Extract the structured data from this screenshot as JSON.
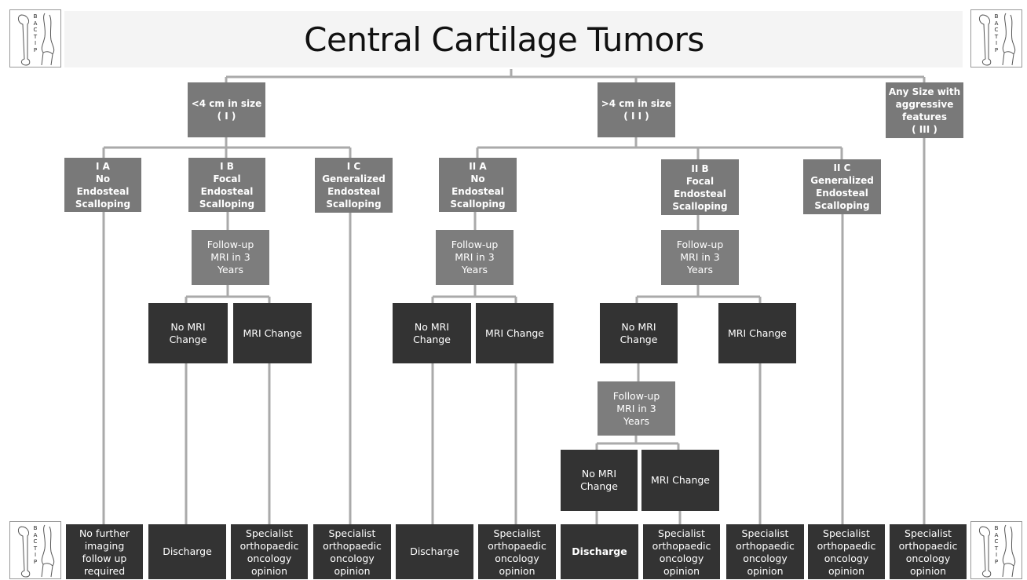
{
  "title": "Central Cartilage Tumors",
  "logo": {
    "letters": "B\nA\nC\nT\nI\nP"
  },
  "nodes": {
    "size_lt4": "<4 cm in size\n( I )",
    "size_gt4": ">4 cm in size\n( I I )",
    "aggressive": "Any Size with\naggressive\nfeatures\n( III )",
    "ia": "I A\nNo\nEndosteal\nScalloping",
    "ib": "I B\nFocal\nEndosteal\nScalloping",
    "ic": "I C\nGeneralized\nEndosteal\nScalloping",
    "iia": "II A\nNo\nEndosteal\nScalloping",
    "iib": "II B\nFocal\nEndosteal\nScalloping",
    "iic": "II C\nGeneralized\nEndosteal\nScalloping",
    "followup": "Follow-up\nMRI in 3\nYears",
    "no_change": "No MRI\nChange",
    "change": "MRI Change"
  },
  "outcomes": {
    "no_further": "No further\nimaging\nfollow up\nrequired",
    "discharge": "Discharge",
    "specialist": "Specialist\northopaedic\noncology\nopinion"
  },
  "colors": {
    "mid": "#797979",
    "dark": "#333333",
    "line": "#aaaaaa"
  }
}
